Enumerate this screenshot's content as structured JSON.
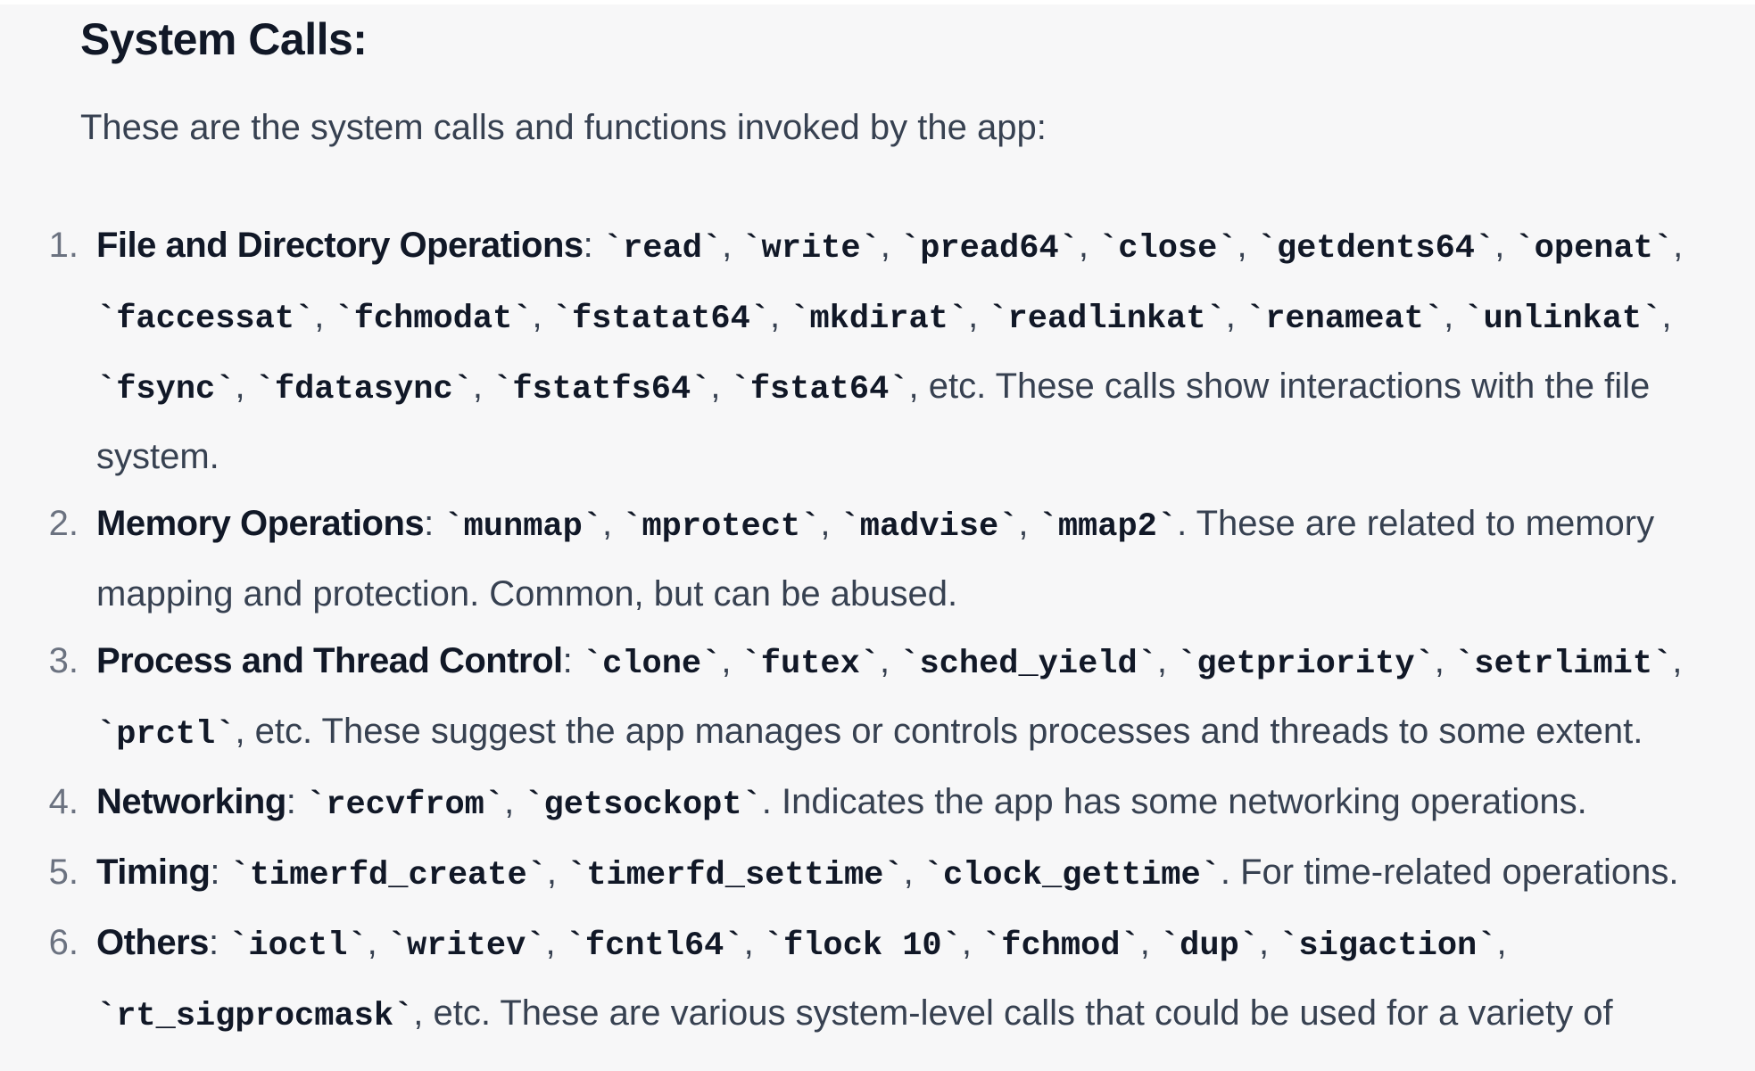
{
  "section": {
    "title": "System Calls:",
    "intro": "These are the system calls and functions invoked by the app:"
  },
  "items": [
    {
      "number": "1.",
      "heading": "File and Directory Operations",
      "calls": [
        "read",
        "write",
        "pread64",
        "close",
        "getdents64",
        "openat",
        "faccessat",
        "fchmodat",
        "fstatat64",
        "mkdirat",
        "readlinkat",
        "renameat",
        "unlinkat",
        "fsync",
        "fdatasync",
        "fstatfs64",
        "fstat64"
      ],
      "tail": ", etc. These calls show interactions with the file system."
    },
    {
      "number": "2.",
      "heading": "Memory Operations",
      "calls": [
        "munmap",
        "mprotect",
        "madvise",
        "mmap2"
      ],
      "tail": ". These are related to memory mapping and protection. Common, but can be abused."
    },
    {
      "number": "3.",
      "heading": "Process and Thread Control",
      "calls": [
        "clone",
        "futex",
        "sched_yield",
        "getpriority",
        "setrlimit",
        "prctl"
      ],
      "tail": ", etc. These suggest the app manages or controls processes and threads to some extent."
    },
    {
      "number": "4.",
      "heading": "Networking",
      "calls": [
        "recvfrom",
        "getsockopt"
      ],
      "tail": ". Indicates the app has some networking operations."
    },
    {
      "number": "5.",
      "heading": "Timing",
      "calls": [
        "timerfd_create",
        "timerfd_settime",
        "clock_gettime"
      ],
      "tail": ". For time-related operations."
    },
    {
      "number": "6.",
      "heading": "Others",
      "calls": [
        "ioctl",
        "writev",
        "fcntl64",
        "flock 10",
        "fchmod",
        "dup",
        "sigaction",
        "rt_sigprocmask"
      ],
      "tail": ", etc. These are various system-level calls that could be used for a variety of purposes."
    }
  ]
}
